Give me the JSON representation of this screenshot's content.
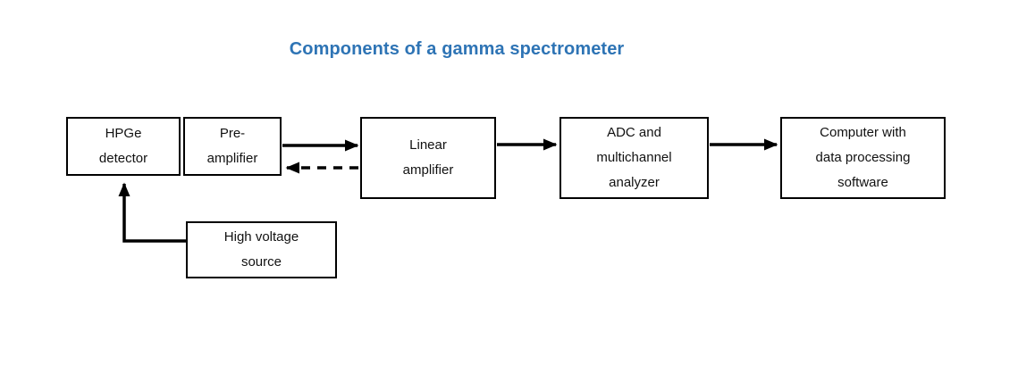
{
  "title": {
    "text": "Components of a gamma spectrometer",
    "color": "#2E74B5"
  },
  "diagram": {
    "boxes": [
      {
        "id": "hpge-detector",
        "label": "HPGe\ndetector"
      },
      {
        "id": "pre-amplifier",
        "label": "Pre-\namplifier"
      },
      {
        "id": "linear-amplifier",
        "label": "Linear\namplifier"
      },
      {
        "id": "adc-mca",
        "label": "ADC and\nmultichannel\nanalyzer"
      },
      {
        "id": "computer",
        "label": "Computer with\ndata processing\nsoftware"
      },
      {
        "id": "high-voltage-source",
        "label": "High voltage\nsource"
      }
    ],
    "connections": [
      {
        "from": "pre-amplifier",
        "to": "linear-amplifier",
        "style": "solid"
      },
      {
        "from": "linear-amplifier",
        "to": "pre-amplifier",
        "style": "dashed"
      },
      {
        "from": "linear-amplifier",
        "to": "adc-mca",
        "style": "solid"
      },
      {
        "from": "adc-mca",
        "to": "computer",
        "style": "solid"
      },
      {
        "from": "high-voltage-source",
        "to": "hpge-detector",
        "style": "solid"
      }
    ],
    "colors": {
      "box_border": "#000000",
      "arrow": "#000000",
      "background": "#FFFFFF",
      "title_accent": "#2E74B5"
    }
  }
}
